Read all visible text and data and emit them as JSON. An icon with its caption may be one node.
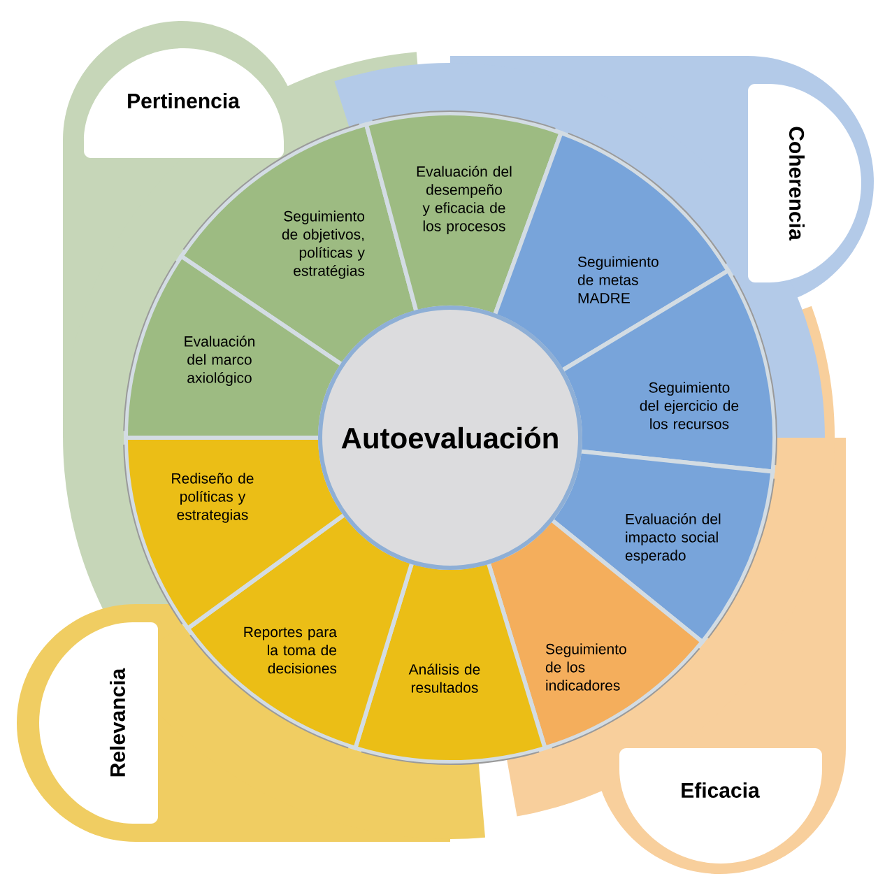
{
  "diagram": {
    "nodes": [
      {
        "text": [
          "Pertinencia"
        ]
      },
      {
        "text": [
          "Coherencia"
        ]
      },
      {
        "text": [
          "Eficacia"
        ]
      },
      {
        "text": [
          "Relevancia"
        ]
      },
      {
        "text": [
          "Autoevaluación"
        ]
      },
      {
        "text": [
          "Seguimiento de objetivos, políticas y estratégias"
        ]
      },
      {
        "text": [
          "Evaluación del desempeño y eficacia de los procesos"
        ]
      },
      {
        "text": [
          "Seguimiento de metas MADRE"
        ]
      },
      {
        "text": [
          "Seguimiento del ejercicio de los recursos"
        ]
      },
      {
        "text": [
          "Evaluación del impacto social esperado"
        ]
      },
      {
        "text": [
          "Seguimiento de los indicadores"
        ]
      },
      {
        "text": [
          "Análisis de resultados"
        ]
      },
      {
        "text": [
          "Reportes para la toma de decisiones"
        ]
      },
      {
        "text": [
          "Rediseño de políticas y estrategias"
        ]
      },
      {
        "text": [
          "Evaluación del marco axiológico"
        ]
      }
    ],
    "edges": []
  }
}
